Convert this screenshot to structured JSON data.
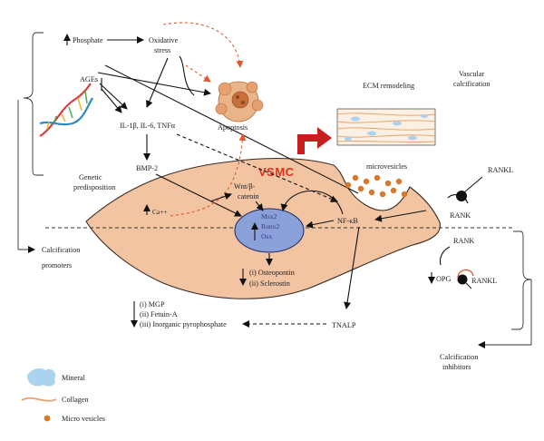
{
  "labels": {
    "phosphate": "Phosphate",
    "oxidative_1": "Oxidative",
    "oxidative_2": "stress",
    "ages": "AGEs",
    "apoptosis": "Apoptosis",
    "interleukins": "IL-1β, IL-6, TNFα",
    "bmp2": "BMP-2",
    "genetic_1": "Genetic",
    "genetic_2": "predisposition",
    "ecm": "ECM remodeling",
    "vascular_1": "Vascular",
    "vascular_2": "calcification",
    "vsmc": "VSMC",
    "microvesicles": "microvesicles",
    "wnt_1": "Wnt/β-",
    "wnt_2": "catenin",
    "calcium": "Ca++",
    "msx2": "Msx2",
    "runx2": "Runx2",
    "osx": "Osx",
    "nfkb": "NF-κB",
    "rankl_top": "RANKL",
    "rank_top": "RANK",
    "rank_mid": "RANK",
    "opg": "OPG",
    "rankl_mid": "RANKL",
    "osteopontin": "(i) Osteopontin",
    "sclerostin": "(ii) Sclerostin",
    "mgp": "(i) MGP",
    "fetuin": "(ii) Fetuin-A",
    "pyrophosphate": "(iii) Inorganic pyrophosphate",
    "tnalp": "TNALP",
    "promoters_1": "Calcification",
    "promoters_2": "promoters",
    "inhibitors_1": "Calcification",
    "inhibitors_2": "inhibitors"
  },
  "legend": {
    "mineral": "Mineral",
    "collagen": "Collagen",
    "micro_vesicles": "Micro vesicles"
  },
  "colors": {
    "cell_fill": "#f2c4a2",
    "cell_stroke": "#3a2a20",
    "nucleus_fill": "#8aa0d8",
    "vsmc_text": "#d9341f",
    "vesicle": "#d9782a",
    "apoptosis_cell": "#e6a070",
    "red_arrow": "#c81e1e",
    "dashed_red": "#e4572e"
  },
  "icons": {
    "dna": "dna-helix-icon",
    "apoptotic_cell": "apoptotic-cell-icon",
    "vessel": "vessel-wall-icon",
    "receptor": "receptor-icon"
  }
}
